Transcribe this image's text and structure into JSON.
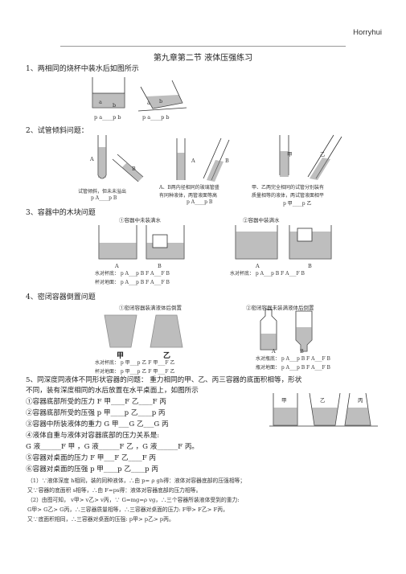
{
  "header": {
    "brand": "Horryhui"
  },
  "title": "第九章第二节    液体压强练习",
  "sec1": {
    "heading": "1、两相同的烧杯中装水后如图所示",
    "labels": [
      "a",
      "b",
      "a",
      "b",
      "p a____p b",
      "p a____p b"
    ]
  },
  "sec2": {
    "heading": "2、试管倾斜问题：",
    "fig1": {
      "marks": [
        "A",
        "B"
      ],
      "caption": [
        "试管倾斜，但未未溢出",
        "p A____p B"
      ]
    },
    "fig2": {
      "marks": [
        "A",
        "B"
      ],
      "caption": [
        "A、B两内径相同的玻璃管盛",
        "有同种液体，两管液面等高",
        "p A____p B"
      ]
    },
    "fig3": {
      "marks": [
        "甲",
        "乙"
      ],
      "caption": [
        "甲、乙两完全相同的试管分别装有",
        "质量相等的液体，两试管液面相平",
        "p 甲____p 乙"
      ]
    }
  },
  "sec3": {
    "heading": "3、容器中的木块问题",
    "sub1": "①容器中未装满水",
    "sub2": "②容器中装满水",
    "marks": [
      "A",
      "B",
      "A",
      "B"
    ],
    "left": [
      "水对杯底：  p A___p B   F A___F B",
      "杯对地面：  p A___p B   F A___F B"
    ],
    "right": [
      "水对杯底：  p A___p B   F A___F B"
    ]
  },
  "sec4": {
    "heading": "4、密闭容器倒置问题",
    "sub1": "①密闭容器装满液体后倒置",
    "sub2": "②密闭容器未装满液体后倒置",
    "marks": [
      "甲",
      "乙",
      "A",
      "B"
    ],
    "left": [
      "水对杯底：  p 甲___p 乙   F 甲___F 乙",
      "杯对地面：  p 甲___p 乙   F 甲___F 乙"
    ],
    "right": [
      "水对瓶底：  p A___p B   F A___F B",
      "瓶对地面：  p A___p B   F A___F B"
    ]
  },
  "sec5": {
    "heading": "5、同深度同液体不同形状容器的问题：      重力相同的甲、乙、丙三容器的底面积相等，形状",
    "line2": "不同，装有深度相同的水后放置在水平桌面上，如图所示",
    "marks": [
      "甲",
      "乙",
      "丙"
    ],
    "items": [
      "①容器底部所受的压力  F 甲____F 乙____F 丙",
      "②容器底部所受的压强  p 甲____p 乙____p 丙",
      "③容器中所装液体的重力  G 甲___G 乙___G 丙",
      "④液体自重与液体对容器底部的压力关系是:",
      "G 液______F 甲 ，G 液______F 乙 ，G 液______F 丙。",
      "⑤容器对桌面的压力  F 甲___F 乙____F 丙",
      "⑥容器对桌面的压强  p 甲____p 乙____p 丙"
    ],
    "solution": [
      "（1）∵液体深度  h相同，装的同种液体，∴由      p= ρ gh得：液体对容器底部的压强相等；",
      "又∵容器的底面积   s相等，∴由  F=ps得：液体对容器底部的压力相等。",
      "（2）由图可知，  v甲> v乙> v丙，∵ G=mg=ρ vg，∴三个容器所装液体受到的重力:",
      "G甲> G乙> G丙，∴三容器质量相等，∴三容器对桌面的压力:              F甲> F乙> F丙，",
      "又∵底面积相同，∴三容器对桌面的压强:                p甲> p乙> p丙。"
    ]
  }
}
